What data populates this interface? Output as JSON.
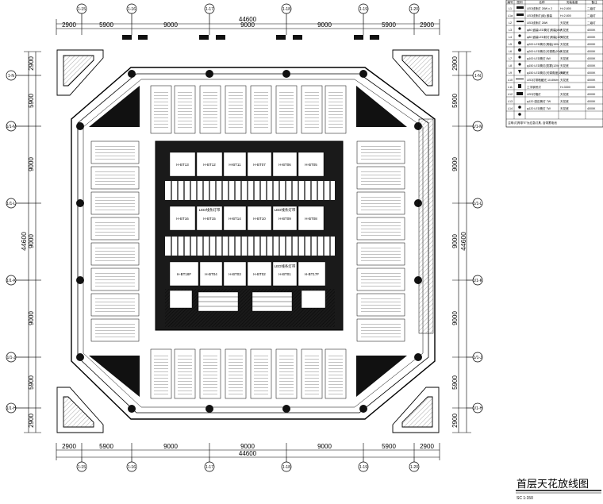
{
  "drawing": {
    "title": "首层天花放线图",
    "scale": "SC  1:150"
  },
  "dimensions": {
    "total": "44600",
    "spans": [
      "2900",
      "5900",
      "9000",
      "9000",
      "9000",
      "5900",
      "2900"
    ]
  },
  "grid_axes": {
    "columns": [
      "1-15",
      "1-16",
      "1-17",
      "1-18",
      "1-19",
      "1-20"
    ],
    "rows": [
      "1-N",
      "1/1-M",
      "1/1-L",
      "1/1-K",
      "1/1-J",
      "1/1-H"
    ]
  },
  "room_tags": {
    "upper": [
      "H-BT13",
      "H-BT12",
      "H-BT11",
      "H-BT07",
      "H-BT06",
      "H-BT05"
    ],
    "middle": [
      "H-BT16",
      "H-BT15",
      "H-BT14",
      "H-BT10",
      "H-BT09",
      "H-BT08"
    ],
    "lower": [
      "H-BT18F",
      "H-BT04",
      "H-BT03",
      "H-BT02",
      "H-BT01",
      "H-BT17F"
    ],
    "middle_notes": [
      "LED线条灯带",
      "LED线条灯带"
    ],
    "lower_notes": [
      "LED线条灯带"
    ]
  },
  "legend": {
    "header": [
      "编号",
      "图例",
      "名称",
      "安装高度",
      "备注"
    ],
    "rows": [
      [
        "L1",
        "",
        "LED线条灯 28W x 2",
        "H=2.800",
        "二级灯"
      ],
      [
        "L1a",
        "",
        "LED线条灯(续) 嵌装",
        "H=2.800",
        "二级灯"
      ],
      [
        "L2",
        "",
        "LED线条灯 28W",
        "天花底",
        "二级灯"
      ],
      [
        "L3",
        "",
        "φ80 嵌装LED筒灯(明装)8W",
        "天花底",
        "4000K"
      ],
      [
        "L4",
        "",
        "φ80 嵌装LED射灯(明装)10W",
        "天花底",
        "4000K"
      ],
      [
        "L5",
        "",
        "φ200 LED筒灯(明装)15W",
        "天花底",
        "4000K"
      ],
      [
        "L6",
        "",
        "φ200 LED筒灯(可调角)20W",
        "天花底",
        "4000K"
      ],
      [
        "L7",
        "",
        "φ100 LED筒灯 8W",
        "天花底",
        "4000K"
      ],
      [
        "L8",
        "",
        "φ150 LED筒灯(防雾)12W",
        "天花底",
        "4000K"
      ],
      [
        "L9",
        "",
        "φ150 LED筒灯(可调角度)15W",
        "天花底",
        "4000K"
      ],
      [
        "L10",
        "",
        "LED灯带暗藏光 10.8W/m",
        "天花底",
        "4000K"
      ],
      [
        "L11",
        "",
        "工字钢吊灯",
        "H=3300",
        "4000K"
      ],
      [
        "L12",
        "",
        "LED灯箱灯",
        "天花底",
        "4000K"
      ],
      [
        "L13",
        "",
        "φ120 感应筒灯 7W",
        "天花底",
        "4000K"
      ],
      [
        "L14",
        "",
        "φ120 LED筒灯 7W",
        "天花底",
        "4000K"
      ]
    ],
    "note": "注明:灯具带\"E\"为应急灯具, 自带蓄电池"
  }
}
